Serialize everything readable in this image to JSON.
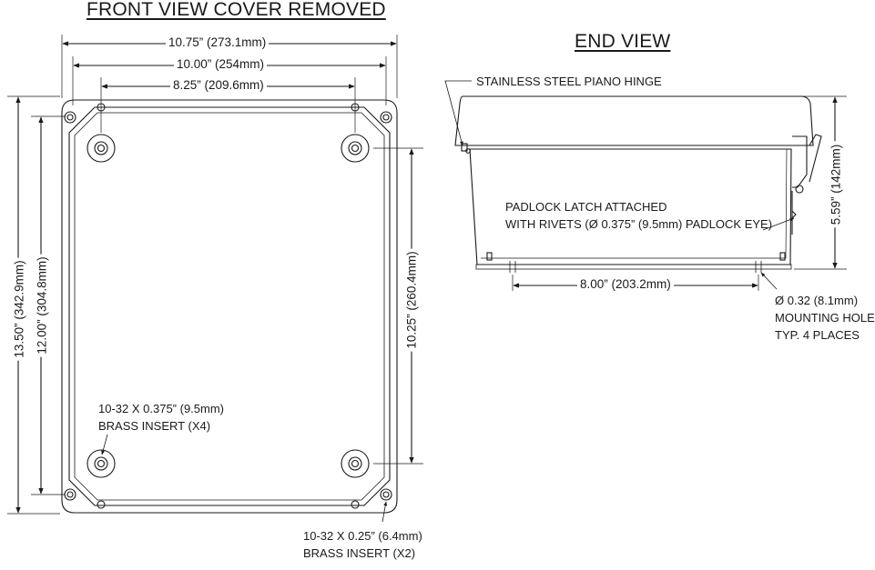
{
  "front_view": {
    "title": "FRONT VIEW COVER REMOVED",
    "dim_overall_width": "10.75” (273.1mm)",
    "dim_body_width": "10.00” (254mm)",
    "dim_insert_spacing_width": "8.25” (209.6mm)",
    "dim_overall_height": "13.50” (342.9mm)",
    "dim_body_height": "12.00” (304.8mm)",
    "dim_insert_spacing_height": "10.25” (260.4mm)",
    "insert_375_note": [
      "10-32 X 0.375” (9.5mm)",
      "BRASS INSERT (X4)"
    ],
    "insert_25_note": [
      "10-32 X 0.25” (6.4mm)",
      "BRASS INSERT (X2)"
    ]
  },
  "end_view": {
    "title": "END VIEW",
    "hinge_note": "STAINLESS STEEL PIANO HINGE",
    "padlock_note": [
      "PADLOCK LATCH ATTACHED",
      "WITH RIVETS (Ø 0.375” (9.5mm) PADLOCK EYE)"
    ],
    "dim_height": "5.59” (142mm)",
    "dim_mounting_spacing": "8.00” (203.2mm)",
    "mounting_note": [
      "Ø 0.32 (8.1mm)",
      "MOUNTING HOLE",
      "TYP. 4 PLACES"
    ]
  }
}
